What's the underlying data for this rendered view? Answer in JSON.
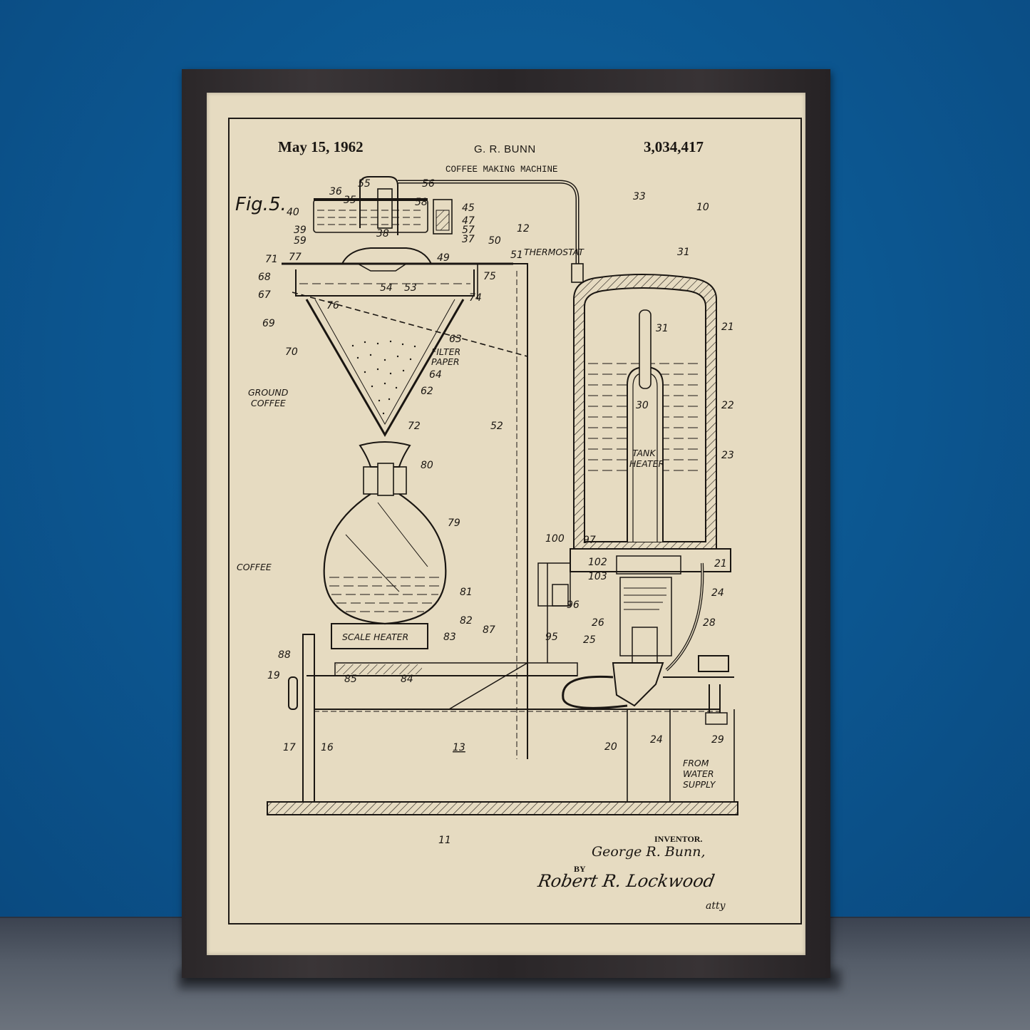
{
  "scene": {
    "wall_color": "#0d5b96",
    "floor_color": "#555d69",
    "frame_color": "#2b2729",
    "paper_color": "#e6dbc1",
    "ink_color": "#1a1612"
  },
  "patent": {
    "date": "May 15, 1962",
    "inventor_header": "G. R. BUNN",
    "patent_number": "3,034,417",
    "title": "COFFEE MAKING MACHINE",
    "figure_label": "Fig.5."
  },
  "captions": {
    "thermostat": "THERMOSTAT",
    "filter_paper_1": "FILTER",
    "filter_paper_2": "PAPER",
    "ground_coffee_1": "GROUND",
    "ground_coffee_2": "COFFEE",
    "tank_heater_1": "TANK",
    "tank_heater_2": "HEATER",
    "coffee": "COFFEE",
    "scale_heater": "SCALE HEATER",
    "water_supply_1": "FROM",
    "water_supply_2": "WATER",
    "water_supply_3": "SUPPLY"
  },
  "reference_numerals": {
    "n36": "36",
    "n35": "35",
    "n55": "55",
    "n56": "56",
    "n58": "58",
    "n45": "45",
    "n47": "47",
    "n57": "57",
    "n37": "37",
    "n40": "40",
    "n39": "39",
    "n59": "59",
    "n38": "38",
    "n33": "33",
    "n10": "10",
    "n12": "12",
    "n50": "50",
    "n51": "51",
    "n49": "49",
    "n71": "71",
    "n77": "77",
    "n54": "54",
    "n53": "53",
    "n75": "75",
    "n74": "74",
    "n68": "68",
    "n67": "67",
    "n76": "76",
    "n69": "69",
    "n70": "70",
    "n63": "63",
    "n64": "64",
    "n62": "62",
    "n72": "72",
    "n52": "52",
    "n31a": "31",
    "n31b": "31",
    "n21": "21",
    "n30": "30",
    "n22": "22",
    "n23": "23",
    "n80": "80",
    "n79": "79",
    "n81": "81",
    "n82": "82",
    "n83": "83",
    "n87": "87",
    "n88": "88",
    "n85": "85",
    "n84": "84",
    "n19": "19",
    "n17": "17",
    "n16": "16",
    "n13": "13",
    "n11": "11",
    "n100": "100",
    "n97": "97",
    "n102": "102",
    "n103": "103",
    "n96": "96",
    "n95": "95",
    "n26": "26",
    "n25": "25",
    "n24a": "24",
    "n24b": "24",
    "n28": "28",
    "n20": "20",
    "n29": "29",
    "n21b": "21"
  },
  "signature": {
    "inventor_label": "INVENTOR.",
    "inventor_name": "George R. Bunn,",
    "by_label": "BY",
    "attorney_name": "Robert R. Lockwood",
    "attorney_abbrev": "atty"
  }
}
